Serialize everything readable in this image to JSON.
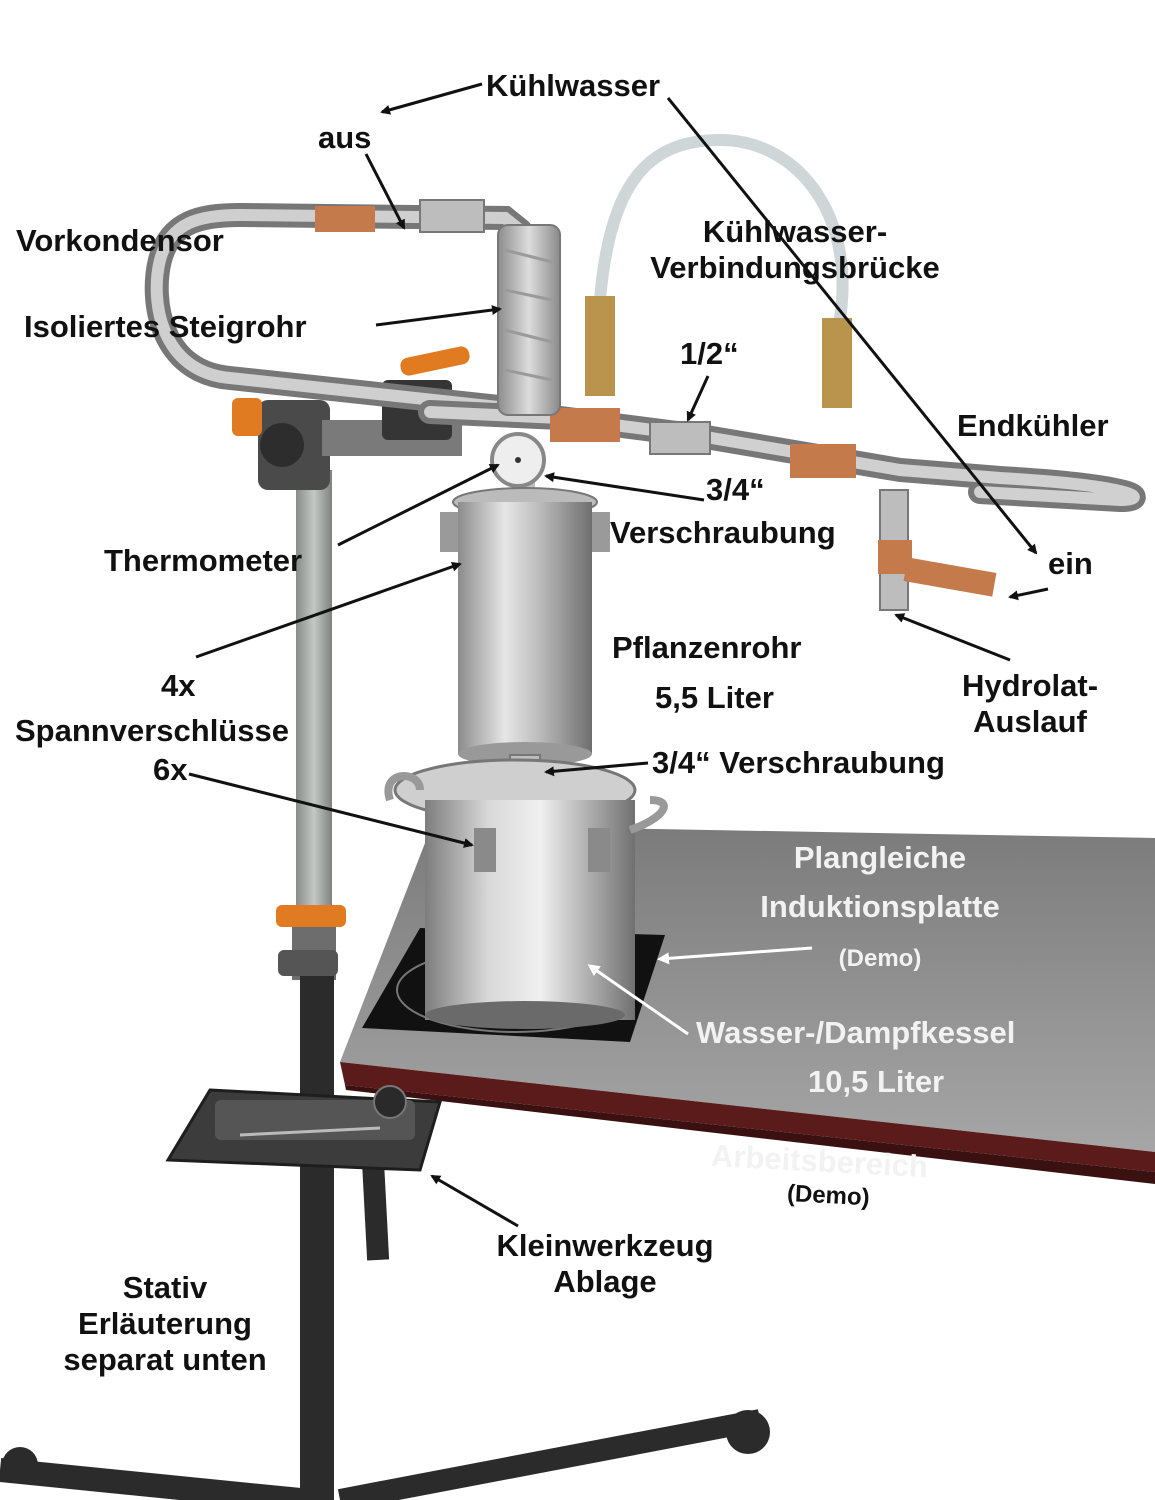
{
  "labels": {
    "kuehlwasser": "Kühlwasser",
    "aus": "aus",
    "vorkondensor": "Vorkondensor",
    "kuehlwasser_bruecke_1": "Kühlwasser-",
    "kuehlwasser_bruecke_2": "Verbindungsbrücke",
    "isoliertes_steigrohr": "Isoliertes Steigrohr",
    "half_inch": "1/2“",
    "endkuehler": "Endkühler",
    "three_quarter_top": "3/4“",
    "verschraubung_top": "Verschraubung",
    "thermometer": "Thermometer",
    "ein": "ein",
    "pflanzenrohr": "Pflanzenrohr",
    "pflanzenrohr_vol": "5,5 Liter",
    "hydrolat_1": "Hydrolat-",
    "hydrolat_2": "Auslauf",
    "count_4x": "4x",
    "spannverschluesse": "Spannverschlüsse",
    "count_6x": "6x",
    "verschraubung_mid": "3/4“ Verschraubung",
    "plangleiche": "Plangleiche",
    "induktionsplatte": "Induktionsplatte",
    "demo_plate": "(Demo)",
    "kessel": "Wasser-/Dampfkessel",
    "kessel_vol": "10,5 Liter",
    "arbeitsbereich": "Arbeitsbereich",
    "demo_work": "(Demo)",
    "kleinwerkzeug": "Kleinwerkzeug",
    "ablage": "Ablage",
    "stativ_1": "Stativ",
    "stativ_2": "Erläuterung",
    "stativ_3": "separat unten"
  },
  "colors": {
    "table_top": "#8a8a8a",
    "table_edge": "#5a1a1a",
    "steel": "#c9c9c9",
    "copper": "#c47a4a",
    "stand_grey": "#a7aba8",
    "stand_black": "#2b2b2b",
    "handle_orange": "#e07b21"
  }
}
